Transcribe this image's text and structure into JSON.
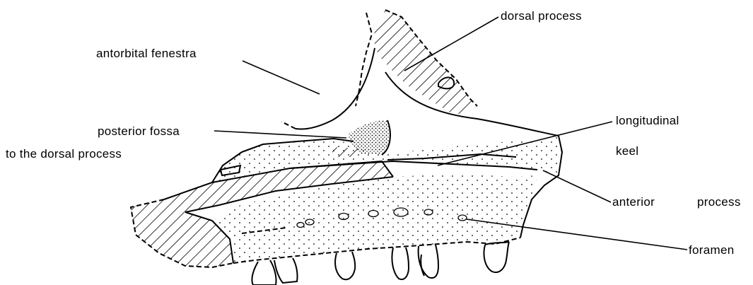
{
  "labels": {
    "dorsal_process": "dorsal process",
    "antorbital_fenestra": "antorbital fenestra",
    "posterior_fossa": "posterior fossa",
    "to_dorsal_process": "to the dorsal process",
    "longitudinal": "longitudinal",
    "keel": "keel",
    "anterior_process": "anterior",
    "process": "process",
    "foramen": "foramen"
  },
  "colors": {
    "ink": "#000000",
    "paper": "#ffffff"
  }
}
